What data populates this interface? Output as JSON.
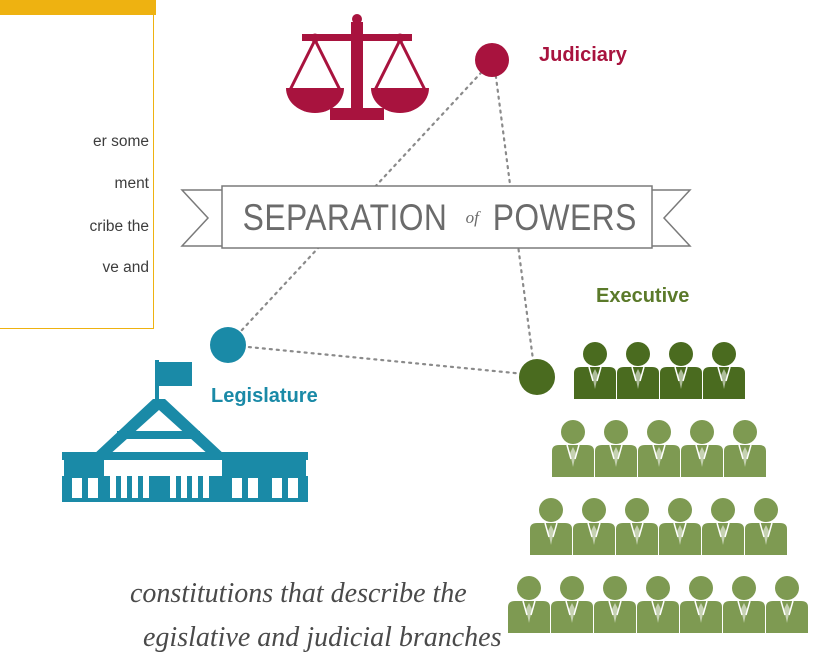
{
  "info_box": {
    "lines": [
      "er some",
      "ment",
      "cribe the",
      "ve and"
    ]
  },
  "diagram": {
    "title_left": "SEPARATION",
    "title_of": "of",
    "title_right": "POWERS",
    "nodes": {
      "judiciary": {
        "label": "Judiciary",
        "color": "#a8133e"
      },
      "executive": {
        "label": "Executive",
        "color": "#5b7a2a"
      },
      "legislature": {
        "label": "Legislature",
        "color": "#1a8aa7"
      }
    },
    "icons": [
      "scales-icon",
      "parliament-house-icon",
      "people-group-icon"
    ]
  },
  "caption": {
    "line1": "constitutions that describe the",
    "line2": "egislative and judicial branches"
  },
  "colors": {
    "info_border": "#eeb211",
    "banner_text": "#6b6b6b",
    "exec_dark": "#4a6b1f",
    "exec_light": "#7e9a52"
  }
}
